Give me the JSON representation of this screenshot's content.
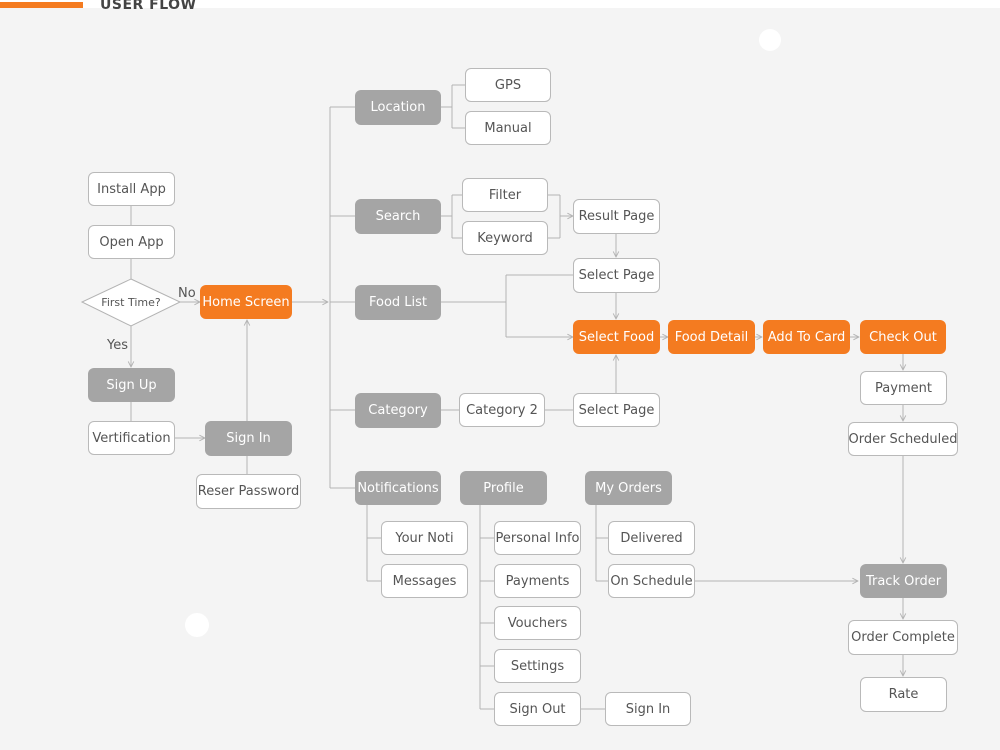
{
  "header": {
    "title": "USER FLOW",
    "accent_color": "#f47b20"
  },
  "colors": {
    "orange": "#f47b20",
    "grey": "#a5a5a5",
    "line": "#b3b3b3",
    "background": "#f4f4f4"
  },
  "nodes": {
    "install_app": "Install App",
    "open_app": "Open App",
    "first_time": "First Time?",
    "sign_up": "Sign Up",
    "verification": "Vertification",
    "home_screen": "Home Screen",
    "sign_in": "Sign In",
    "reset_password": "Reser Password",
    "location": "Location",
    "gps": "GPS",
    "manual": "Manual",
    "search": "Search",
    "filter": "Filter",
    "keyword": "Keyword",
    "result_page": "Result Page",
    "food_list": "Food List",
    "select_page_top": "Select Page",
    "select_food": "Select Food",
    "food_detail": "Food Detail",
    "add_to_card": "Add To Card",
    "check_out": "Check Out",
    "payment": "Payment",
    "order_scheduled": "Order Scheduled",
    "category": "Category",
    "category_2": "Category 2",
    "select_page_bottom": "Select Page",
    "notifications": "Notifications",
    "your_noti": "Your Noti",
    "messages": "Messages",
    "profile": "Profile",
    "personal_info": "Personal Info",
    "payments": "Payments",
    "vouchers": "Vouchers",
    "settings": "Settings",
    "sign_out": "Sign Out",
    "sign_in_profile": "Sign In",
    "my_orders": "My Orders",
    "delivered": "Delivered",
    "on_schedule": "On Schedule",
    "track_order": "Track Order",
    "order_complete": "Order Complete",
    "rate": "Rate"
  },
  "edge_labels": {
    "no": "No",
    "yes": "Yes"
  }
}
